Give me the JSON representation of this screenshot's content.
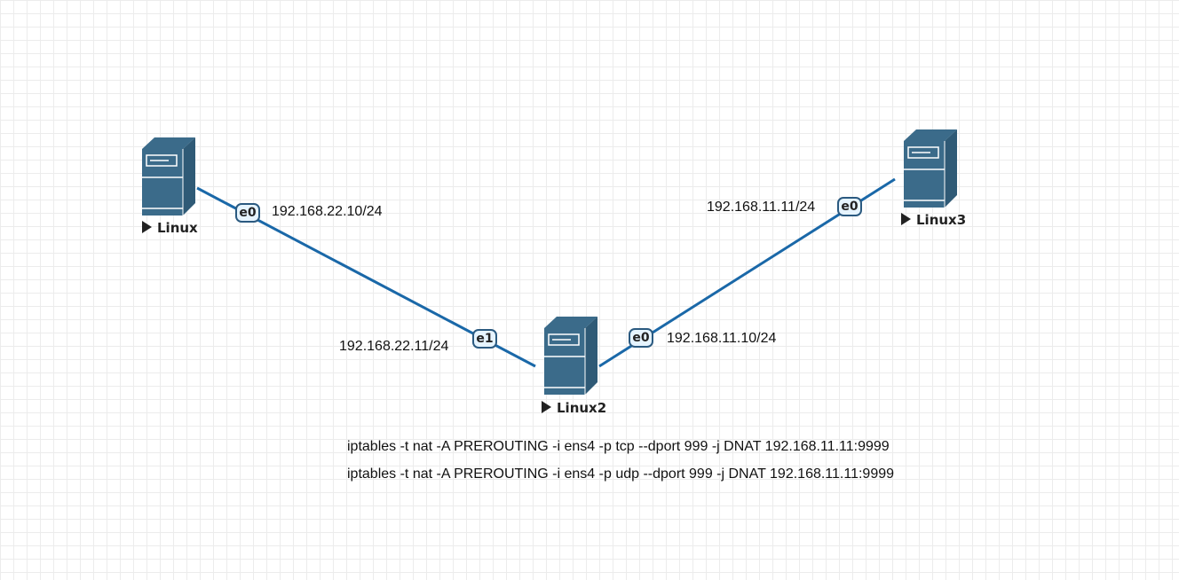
{
  "colors": {
    "link": "#1a68a8",
    "server": "#3b6b8a",
    "port_border": "#2b5a80"
  },
  "nodes": [
    {
      "name": "Linux",
      "icon": "server-icon"
    },
    {
      "name": "Linux2",
      "icon": "server-icon"
    },
    {
      "name": "Linux3",
      "icon": "server-icon"
    }
  ],
  "links": [
    {
      "a_port": "e0",
      "a_ip": "192.168.22.10/24",
      "b_port": "e1",
      "b_ip": "192.168.22.11/24"
    },
    {
      "a_port": "e0",
      "a_ip": "192.168.11.10/24",
      "b_port": "e0",
      "b_ip": "192.168.11.11/24"
    }
  ],
  "notes": [
    "iptables -t nat -A PREROUTING -i ens4 -p tcp --dport 999 -j DNAT 192.168.11.11:9999",
    "iptables -t nat -A PREROUTING -i ens4 -p udp --dport 999 -j DNAT 192.168.11.11:9999"
  ]
}
